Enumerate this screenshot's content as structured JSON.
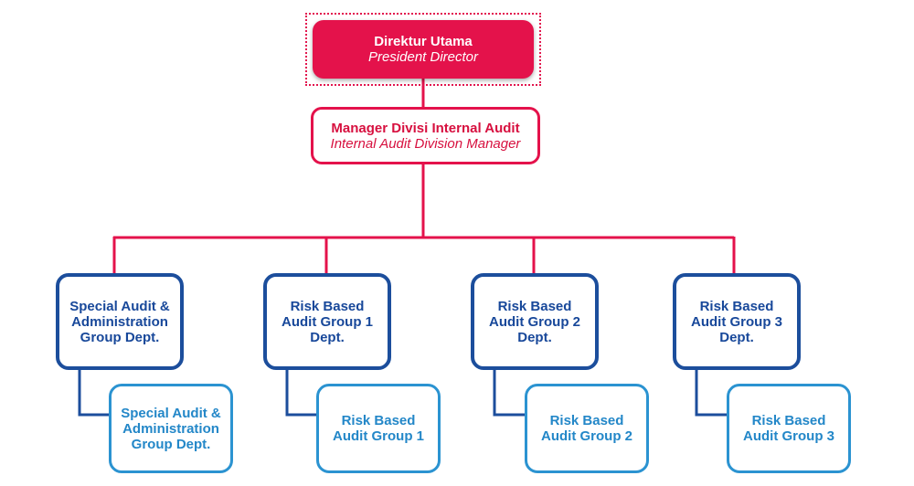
{
  "top": {
    "line1": "Direktur Utama",
    "line2": "President Director"
  },
  "manager": {
    "line1": "Manager Divisi Internal Audit",
    "line2": "Internal Audit Division Manager"
  },
  "departments": [
    {
      "lines": [
        "Special Audit &",
        "Administration",
        "Group Dept."
      ]
    },
    {
      "lines": [
        "Risk Based",
        "Audit Group 1",
        "Dept."
      ]
    },
    {
      "lines": [
        "Risk Based",
        "Audit Group 2",
        "Dept."
      ]
    },
    {
      "lines": [
        "Risk Based",
        "Audit Group 3",
        "Dept."
      ]
    }
  ],
  "groups": [
    {
      "lines": [
        "Special Audit &",
        "Administration",
        "Group Dept."
      ]
    },
    {
      "lines": [
        "Risk Based",
        "Audit Group 1"
      ]
    },
    {
      "lines": [
        "Risk Based",
        "Audit Group 2"
      ]
    },
    {
      "lines": [
        "Risk Based",
        "Audit Group 3"
      ]
    }
  ],
  "colors": {
    "executive": "#e4124b",
    "department": "#1c4e9c",
    "group": "#2b93d1"
  }
}
